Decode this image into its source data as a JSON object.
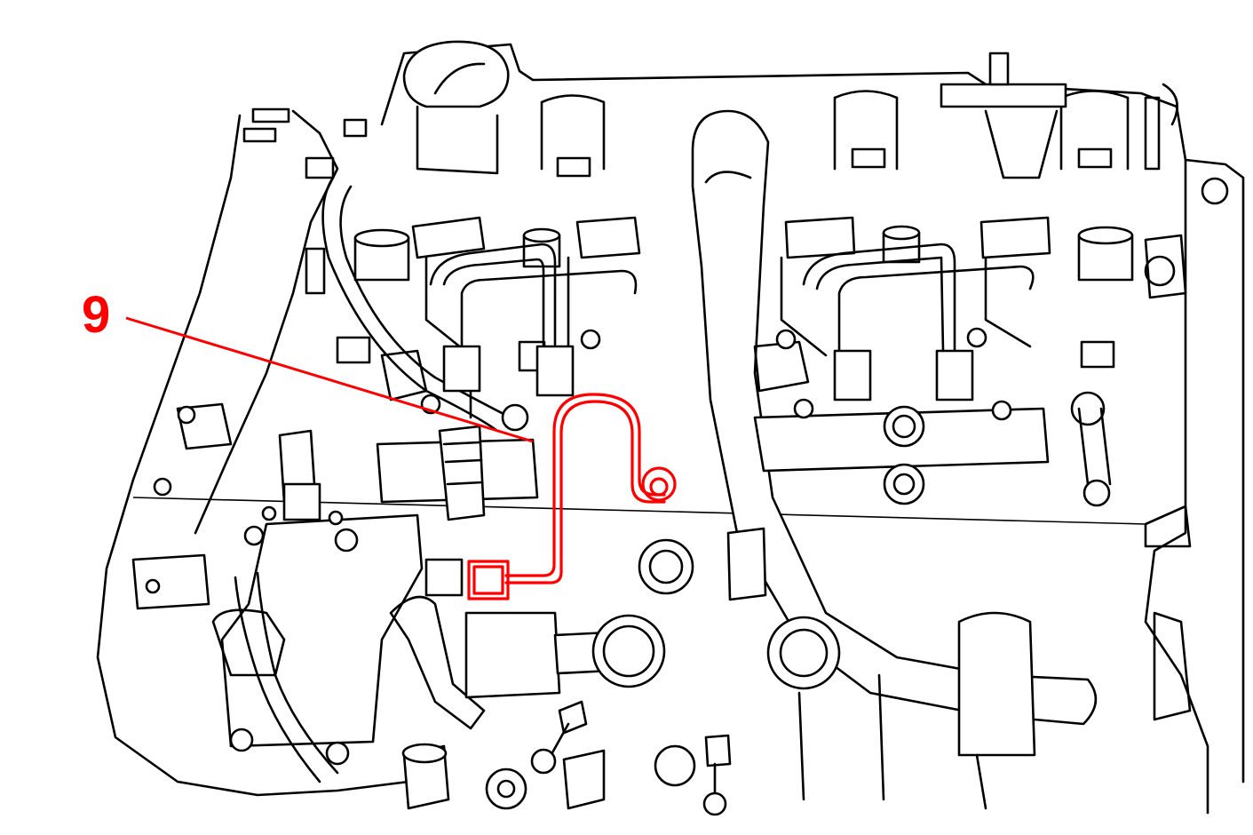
{
  "callout": {
    "label": "9",
    "color": "#ff0000"
  },
  "line_color": "#000000",
  "background": "#ffffff",
  "icons": [
    "engine-line-drawing",
    "highlighted-fuel-pipe"
  ]
}
